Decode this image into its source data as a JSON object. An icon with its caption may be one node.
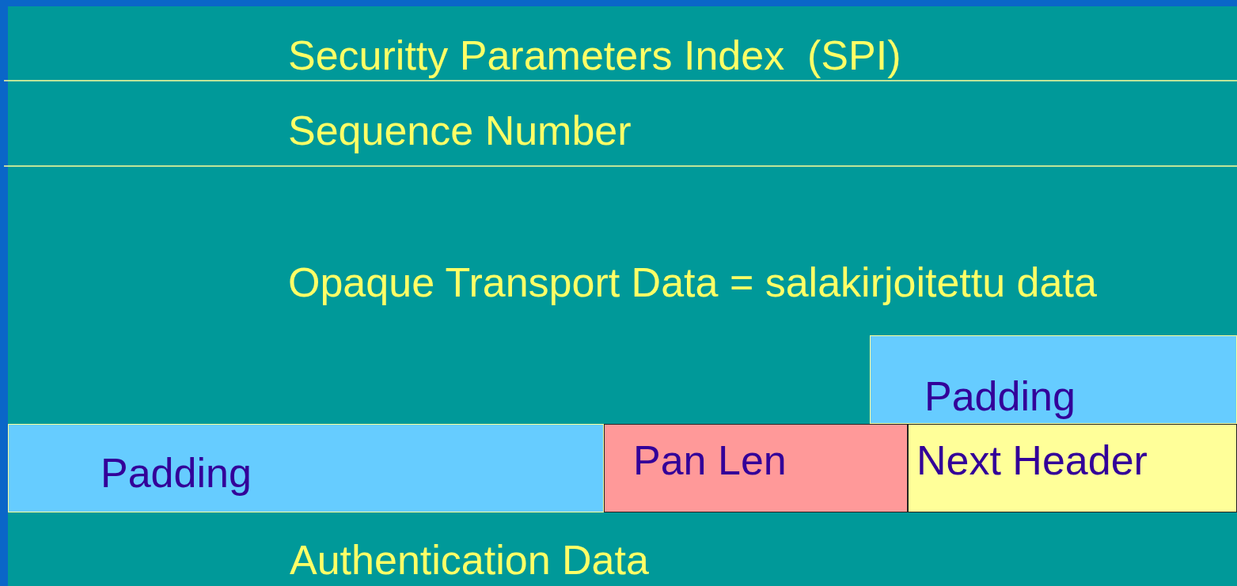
{
  "diagram": {
    "nodes": [
      {
        "text": [
          "Securitty Parameters Index  (SPI)"
        ]
      },
      {
        "text": [
          "Sequence Number"
        ]
      },
      {
        "text": [
          "Opaque Transport Data = salakirjoitettu data"
        ]
      },
      {
        "text": [
          "Padding"
        ],
        "in": 2
      },
      {
        "text": [
          "Padding"
        ]
      },
      {
        "text": [
          "Pan Len"
        ]
      },
      {
        "text": [
          "Next Header"
        ]
      },
      {
        "text": [
          "Authentication Data"
        ]
      }
    ]
  }
}
